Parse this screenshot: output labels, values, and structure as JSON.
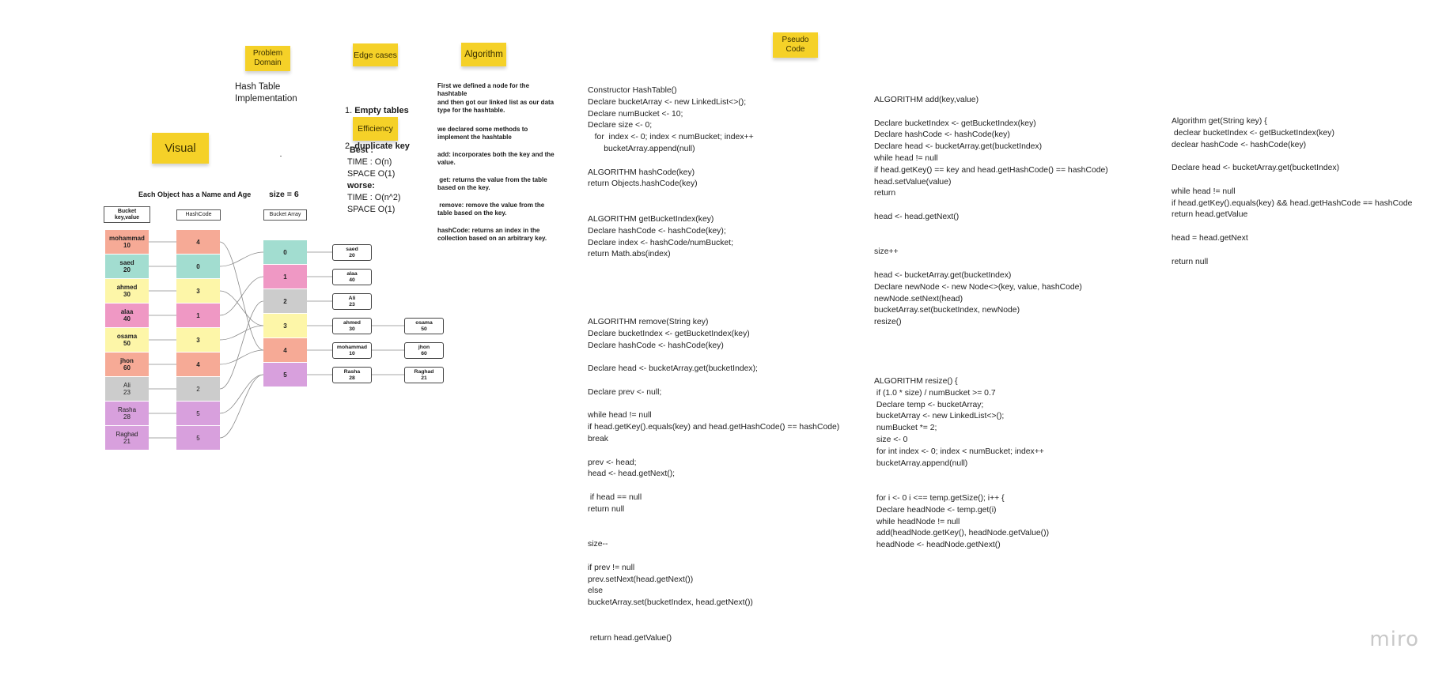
{
  "stickies": {
    "problem_domain": "Problem\nDomain",
    "edge_cases": "Edge cases",
    "algorithm": "Algorithm",
    "pseudo_code": "Pseudo\nCode",
    "efficiency": "Efficiency",
    "visual": "Visual"
  },
  "problem_domain_text": "Hash Table\nImplementation",
  "edge_cases": [
    "Empty tables",
    "duplicate key"
  ],
  "efficiency": {
    "best_label": "Best :",
    "best_time": "TIME : O(n)",
    "best_space": "SPACE  O(1)",
    "worse_label": "worse:",
    "worse_time": "TIME : O(n^2)",
    "worse_space": "SPACE O(1)"
  },
  "algorithm_text": [
    "First we defined a node for the\nhashtable\nand then got our linked list as our data\ntype for the hashtable.",
    "we declared some methods to\nimplement the hashtable",
    "add: incorporates both the key and the\nvalue.",
    " get: returns the value from the table\nbased on the key.",
    " remove: remove the value from the\ntable based on the key.",
    "hashCode: returns an index in the\ncollection based on an arbitrary key."
  ],
  "visual": {
    "caption": "Each Object has a Name and Age",
    "size_label": "size = 6",
    "headers": {
      "bucket": "Bucket\nkey,value",
      "hashcode": "HashCode",
      "array": "Bucket Array"
    },
    "entries": [
      {
        "name": "mohammad",
        "age": "10",
        "hash": "4",
        "color": "#f6aa96"
      },
      {
        "name": "saed",
        "age": "20",
        "hash": "0",
        "color": "#a2ddd0"
      },
      {
        "name": "ahmed",
        "age": "30",
        "hash": "3",
        "color": "#fdf6a8"
      },
      {
        "name": "alaa",
        "age": "40",
        "hash": "1",
        "color": "#ef98c4"
      },
      {
        "name": "osama",
        "age": "50",
        "hash": "3",
        "color": "#fdf6a8"
      },
      {
        "name": "jhon",
        "age": "60",
        "hash": "4",
        "color": "#f6aa96"
      },
      {
        "name": "Ali",
        "age": "23",
        "hash": "2",
        "color": "#cccccc"
      },
      {
        "name": "Rasha",
        "age": "28",
        "hash": "5",
        "color": "#d8a0dd"
      },
      {
        "name": "Raghad",
        "age": "21",
        "hash": "5",
        "color": "#d8a0dd"
      }
    ],
    "buckets": [
      {
        "index": "0",
        "color": "#a2ddd0",
        "nodes": [
          {
            "name": "saed",
            "age": "20"
          }
        ]
      },
      {
        "index": "1",
        "color": "#ef98c4",
        "nodes": [
          {
            "name": "alaa",
            "age": "40"
          }
        ]
      },
      {
        "index": "2",
        "color": "#cccccc",
        "nodes": [
          {
            "name": "Ali",
            "age": "23"
          }
        ]
      },
      {
        "index": "3",
        "color": "#fdf6a8",
        "nodes": [
          {
            "name": "ahmed",
            "age": "30"
          },
          {
            "name": "osama",
            "age": "50"
          }
        ]
      },
      {
        "index": "4",
        "color": "#f6aa96",
        "nodes": [
          {
            "name": "mohammad",
            "age": "10"
          },
          {
            "name": "jhon",
            "age": "60"
          }
        ]
      },
      {
        "index": "5",
        "color": "#d8a0dd",
        "nodes": [
          {
            "name": "Rasha",
            "age": "28"
          },
          {
            "name": "Raghad",
            "age": "21"
          }
        ]
      }
    ]
  },
  "pseudo": {
    "constructor": "Constructor HashTable()\nDeclare bucketArray <- new LinkedList<>();\nDeclare numBucket <- 10;\nDeclare size <- 0;\n   for  index <- 0; index < numBucket; index++\n       bucketArray.append(null)\n\nALGORITHM hashCode(key)\nreturn Objects.hashCode(key)",
    "get_bucket_index": "ALGORITHM getBucketIndex(key)\nDeclare hashCode <- hashCode(key);\nDeclare index <- hashCode/numBucket;\nreturn Math.abs(index)",
    "remove": "ALGORITHM remove(String key)\nDeclare bucketIndex <- getBucketIndex(key)\nDeclare hashCode <- hashCode(key)\n\nDeclare head <- bucketArray.get(bucketIndex);\n\nDeclare prev <- null;\n\nwhile head != null\nif head.getKey().equals(key) and head.getHashCode() == hashCode)\nbreak\n\nprev <- head;\nhead <- head.getNext();\n\n if head == null\nreturn null\n\n\nsize--\n\nif prev != null\nprev.setNext(head.getNext())\nelse\nbucketArray.set(bucketIndex, head.getNext())\n\n\n return head.getValue()",
    "add": "ALGORITHM add(key,value)\n\nDeclare bucketIndex <- getBucketIndex(key)\nDeclare hashCode <- hashCode(key)\nDeclare head <- bucketArray.get(bucketIndex)\nwhile head != null\nif head.getKey() == key and head.getHashCode() == hashCode)\nhead.setValue(value)\nreturn\n\nhead <- head.getNext()\n\n\nsize++\n\nhead <- bucketArray.get(bucketIndex)\nDeclare newNode <- new Node<>(key, value, hashCode)\nnewNode.setNext(head)\nbucketArray.set(bucketIndex, newNode)\nresize()",
    "resize": "ALGORITHM resize() {\n if (1.0 * size) / numBucket >= 0.7\n Declare temp <- bucketArray;\n bucketArray <- new LinkedList<>();\n numBucket *= 2;\n size <- 0\n for int index <- 0; index < numBucket; index++\n bucketArray.append(null)\n\n\n for i <- 0 i <== temp.getSize(); i++ {\n Declare headNode <- temp.get(i)\n while headNode != null\n add(headNode.getKey(), headNode.getValue())\n headNode <- headNode.getNext()",
    "get": "Algorithm get(String key) {\n declear bucketIndex <- getBucketIndex(key)\ndeclear hashCode <- hashCode(key)\n\nDeclare head <- bucketArray.get(bucketIndex)\n\nwhile head != null\nif head.getKey().equals(key) && head.getHashCode == hashCode\nreturn head.getValue\n\nhead = head.getNext\n\nreturn null"
  },
  "watermark": "miro"
}
